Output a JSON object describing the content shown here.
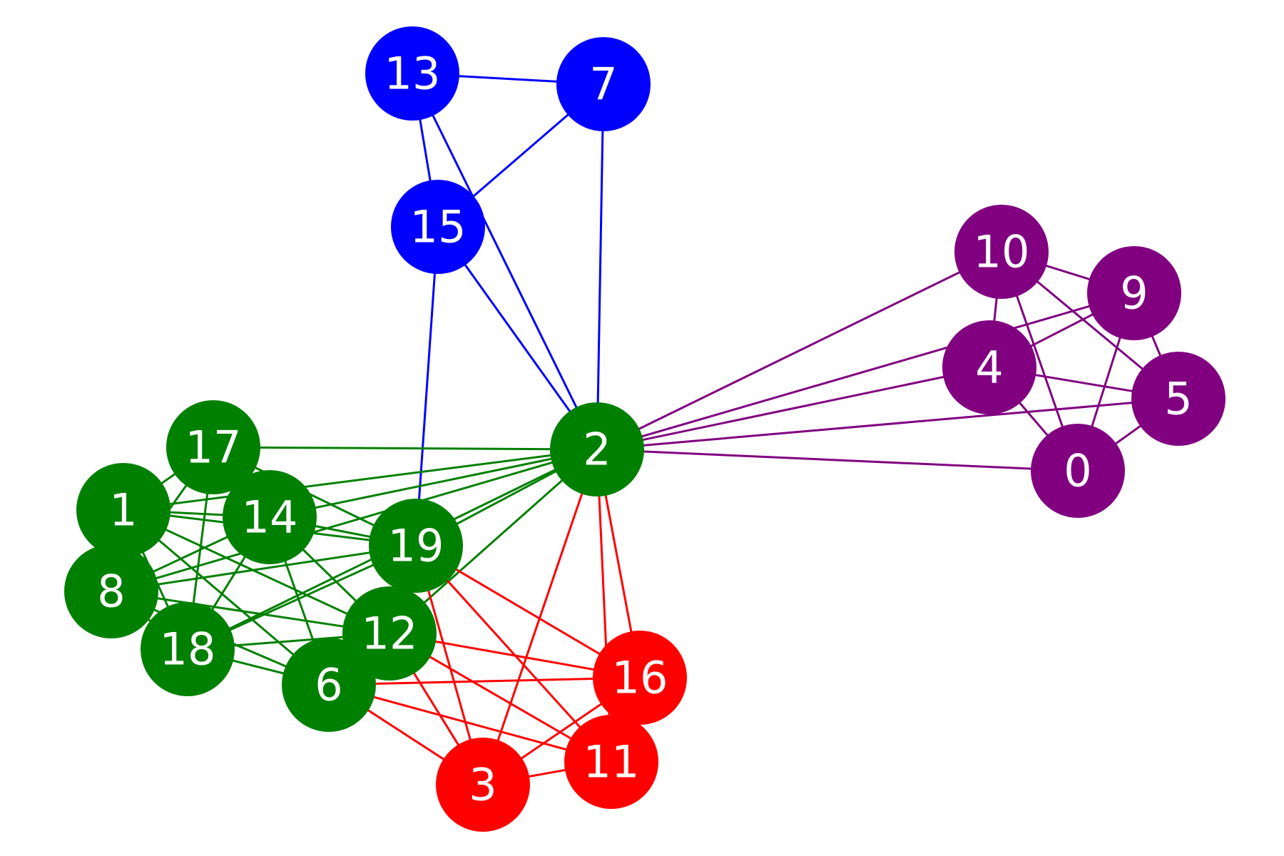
{
  "colors": {
    "green": "#008000",
    "blue": "#0000ff",
    "purple": "#800080",
    "red": "#ff0000",
    "label": "#ffffff"
  },
  "nodes": [
    {
      "id": "0",
      "group": "purple"
    },
    {
      "id": "1",
      "group": "green"
    },
    {
      "id": "2",
      "group": "green"
    },
    {
      "id": "3",
      "group": "red"
    },
    {
      "id": "4",
      "group": "purple"
    },
    {
      "id": "5",
      "group": "purple"
    },
    {
      "id": "6",
      "group": "green"
    },
    {
      "id": "7",
      "group": "blue"
    },
    {
      "id": "8",
      "group": "green"
    },
    {
      "id": "9",
      "group": "purple"
    },
    {
      "id": "10",
      "group": "purple"
    },
    {
      "id": "11",
      "group": "red"
    },
    {
      "id": "12",
      "group": "green"
    },
    {
      "id": "13",
      "group": "blue"
    },
    {
      "id": "14",
      "group": "green"
    },
    {
      "id": "15",
      "group": "blue"
    },
    {
      "id": "16",
      "group": "red"
    },
    {
      "id": "17",
      "group": "green"
    },
    {
      "id": "18",
      "group": "green"
    },
    {
      "id": "19",
      "group": "green"
    }
  ],
  "edges": [
    {
      "source": "13",
      "target": "7",
      "color": "blue"
    },
    {
      "source": "13",
      "target": "15",
      "color": "blue"
    },
    {
      "source": "13",
      "target": "2",
      "color": "blue"
    },
    {
      "source": "7",
      "target": "15",
      "color": "blue"
    },
    {
      "source": "7",
      "target": "2",
      "color": "blue"
    },
    {
      "source": "15",
      "target": "2",
      "color": "blue"
    },
    {
      "source": "15",
      "target": "19",
      "color": "blue"
    },
    {
      "source": "2",
      "target": "10",
      "color": "purple"
    },
    {
      "source": "2",
      "target": "9",
      "color": "purple"
    },
    {
      "source": "2",
      "target": "4",
      "color": "purple"
    },
    {
      "source": "2",
      "target": "5",
      "color": "purple"
    },
    {
      "source": "2",
      "target": "0",
      "color": "purple"
    },
    {
      "source": "10",
      "target": "9",
      "color": "purple"
    },
    {
      "source": "10",
      "target": "5",
      "color": "purple"
    },
    {
      "source": "10",
      "target": "4",
      "color": "purple"
    },
    {
      "source": "10",
      "target": "0",
      "color": "purple"
    },
    {
      "source": "9",
      "target": "4",
      "color": "purple"
    },
    {
      "source": "9",
      "target": "5",
      "color": "purple"
    },
    {
      "source": "9",
      "target": "0",
      "color": "purple"
    },
    {
      "source": "4",
      "target": "5",
      "color": "purple"
    },
    {
      "source": "4",
      "target": "0",
      "color": "purple"
    },
    {
      "source": "5",
      "target": "0",
      "color": "purple"
    },
    {
      "source": "2",
      "target": "17",
      "color": "green"
    },
    {
      "source": "2",
      "target": "1",
      "color": "green"
    },
    {
      "source": "2",
      "target": "14",
      "color": "green"
    },
    {
      "source": "2",
      "target": "8",
      "color": "green"
    },
    {
      "source": "2",
      "target": "19",
      "color": "green"
    },
    {
      "source": "2",
      "target": "18",
      "color": "green"
    },
    {
      "source": "2",
      "target": "12",
      "color": "green"
    },
    {
      "source": "17",
      "target": "1",
      "color": "green"
    },
    {
      "source": "17",
      "target": "14",
      "color": "green"
    },
    {
      "source": "17",
      "target": "19",
      "color": "green"
    },
    {
      "source": "17",
      "target": "18",
      "color": "green"
    },
    {
      "source": "17",
      "target": "8",
      "color": "green"
    },
    {
      "source": "1",
      "target": "14",
      "color": "green"
    },
    {
      "source": "1",
      "target": "19",
      "color": "green"
    },
    {
      "source": "1",
      "target": "8",
      "color": "green"
    },
    {
      "source": "1",
      "target": "12",
      "color": "green"
    },
    {
      "source": "1",
      "target": "6",
      "color": "green"
    },
    {
      "source": "1",
      "target": "18",
      "color": "green"
    },
    {
      "source": "14",
      "target": "8",
      "color": "green"
    },
    {
      "source": "14",
      "target": "19",
      "color": "green"
    },
    {
      "source": "14",
      "target": "12",
      "color": "green"
    },
    {
      "source": "14",
      "target": "6",
      "color": "green"
    },
    {
      "source": "14",
      "target": "18",
      "color": "green"
    },
    {
      "source": "8",
      "target": "19",
      "color": "green"
    },
    {
      "source": "8",
      "target": "18",
      "color": "green"
    },
    {
      "source": "8",
      "target": "12",
      "color": "green"
    },
    {
      "source": "8",
      "target": "6",
      "color": "green"
    },
    {
      "source": "19",
      "target": "18",
      "color": "green"
    },
    {
      "source": "19",
      "target": "12",
      "color": "green"
    },
    {
      "source": "18",
      "target": "12",
      "color": "green"
    },
    {
      "source": "18",
      "target": "6",
      "color": "green"
    },
    {
      "source": "12",
      "target": "6",
      "color": "green"
    },
    {
      "source": "2",
      "target": "16",
      "color": "red"
    },
    {
      "source": "2",
      "target": "11",
      "color": "red"
    },
    {
      "source": "2",
      "target": "3",
      "color": "red"
    },
    {
      "source": "19",
      "target": "16",
      "color": "red"
    },
    {
      "source": "19",
      "target": "11",
      "color": "red"
    },
    {
      "source": "19",
      "target": "3",
      "color": "red"
    },
    {
      "source": "12",
      "target": "16",
      "color": "red"
    },
    {
      "source": "12",
      "target": "3",
      "color": "red"
    },
    {
      "source": "12",
      "target": "11",
      "color": "red"
    },
    {
      "source": "6",
      "target": "16",
      "color": "red"
    },
    {
      "source": "6",
      "target": "3",
      "color": "red"
    },
    {
      "source": "6",
      "target": "11",
      "color": "red"
    },
    {
      "source": "3",
      "target": "16",
      "color": "red"
    },
    {
      "source": "3",
      "target": "11",
      "color": "red"
    },
    {
      "source": "16",
      "target": "11",
      "color": "red"
    }
  ]
}
